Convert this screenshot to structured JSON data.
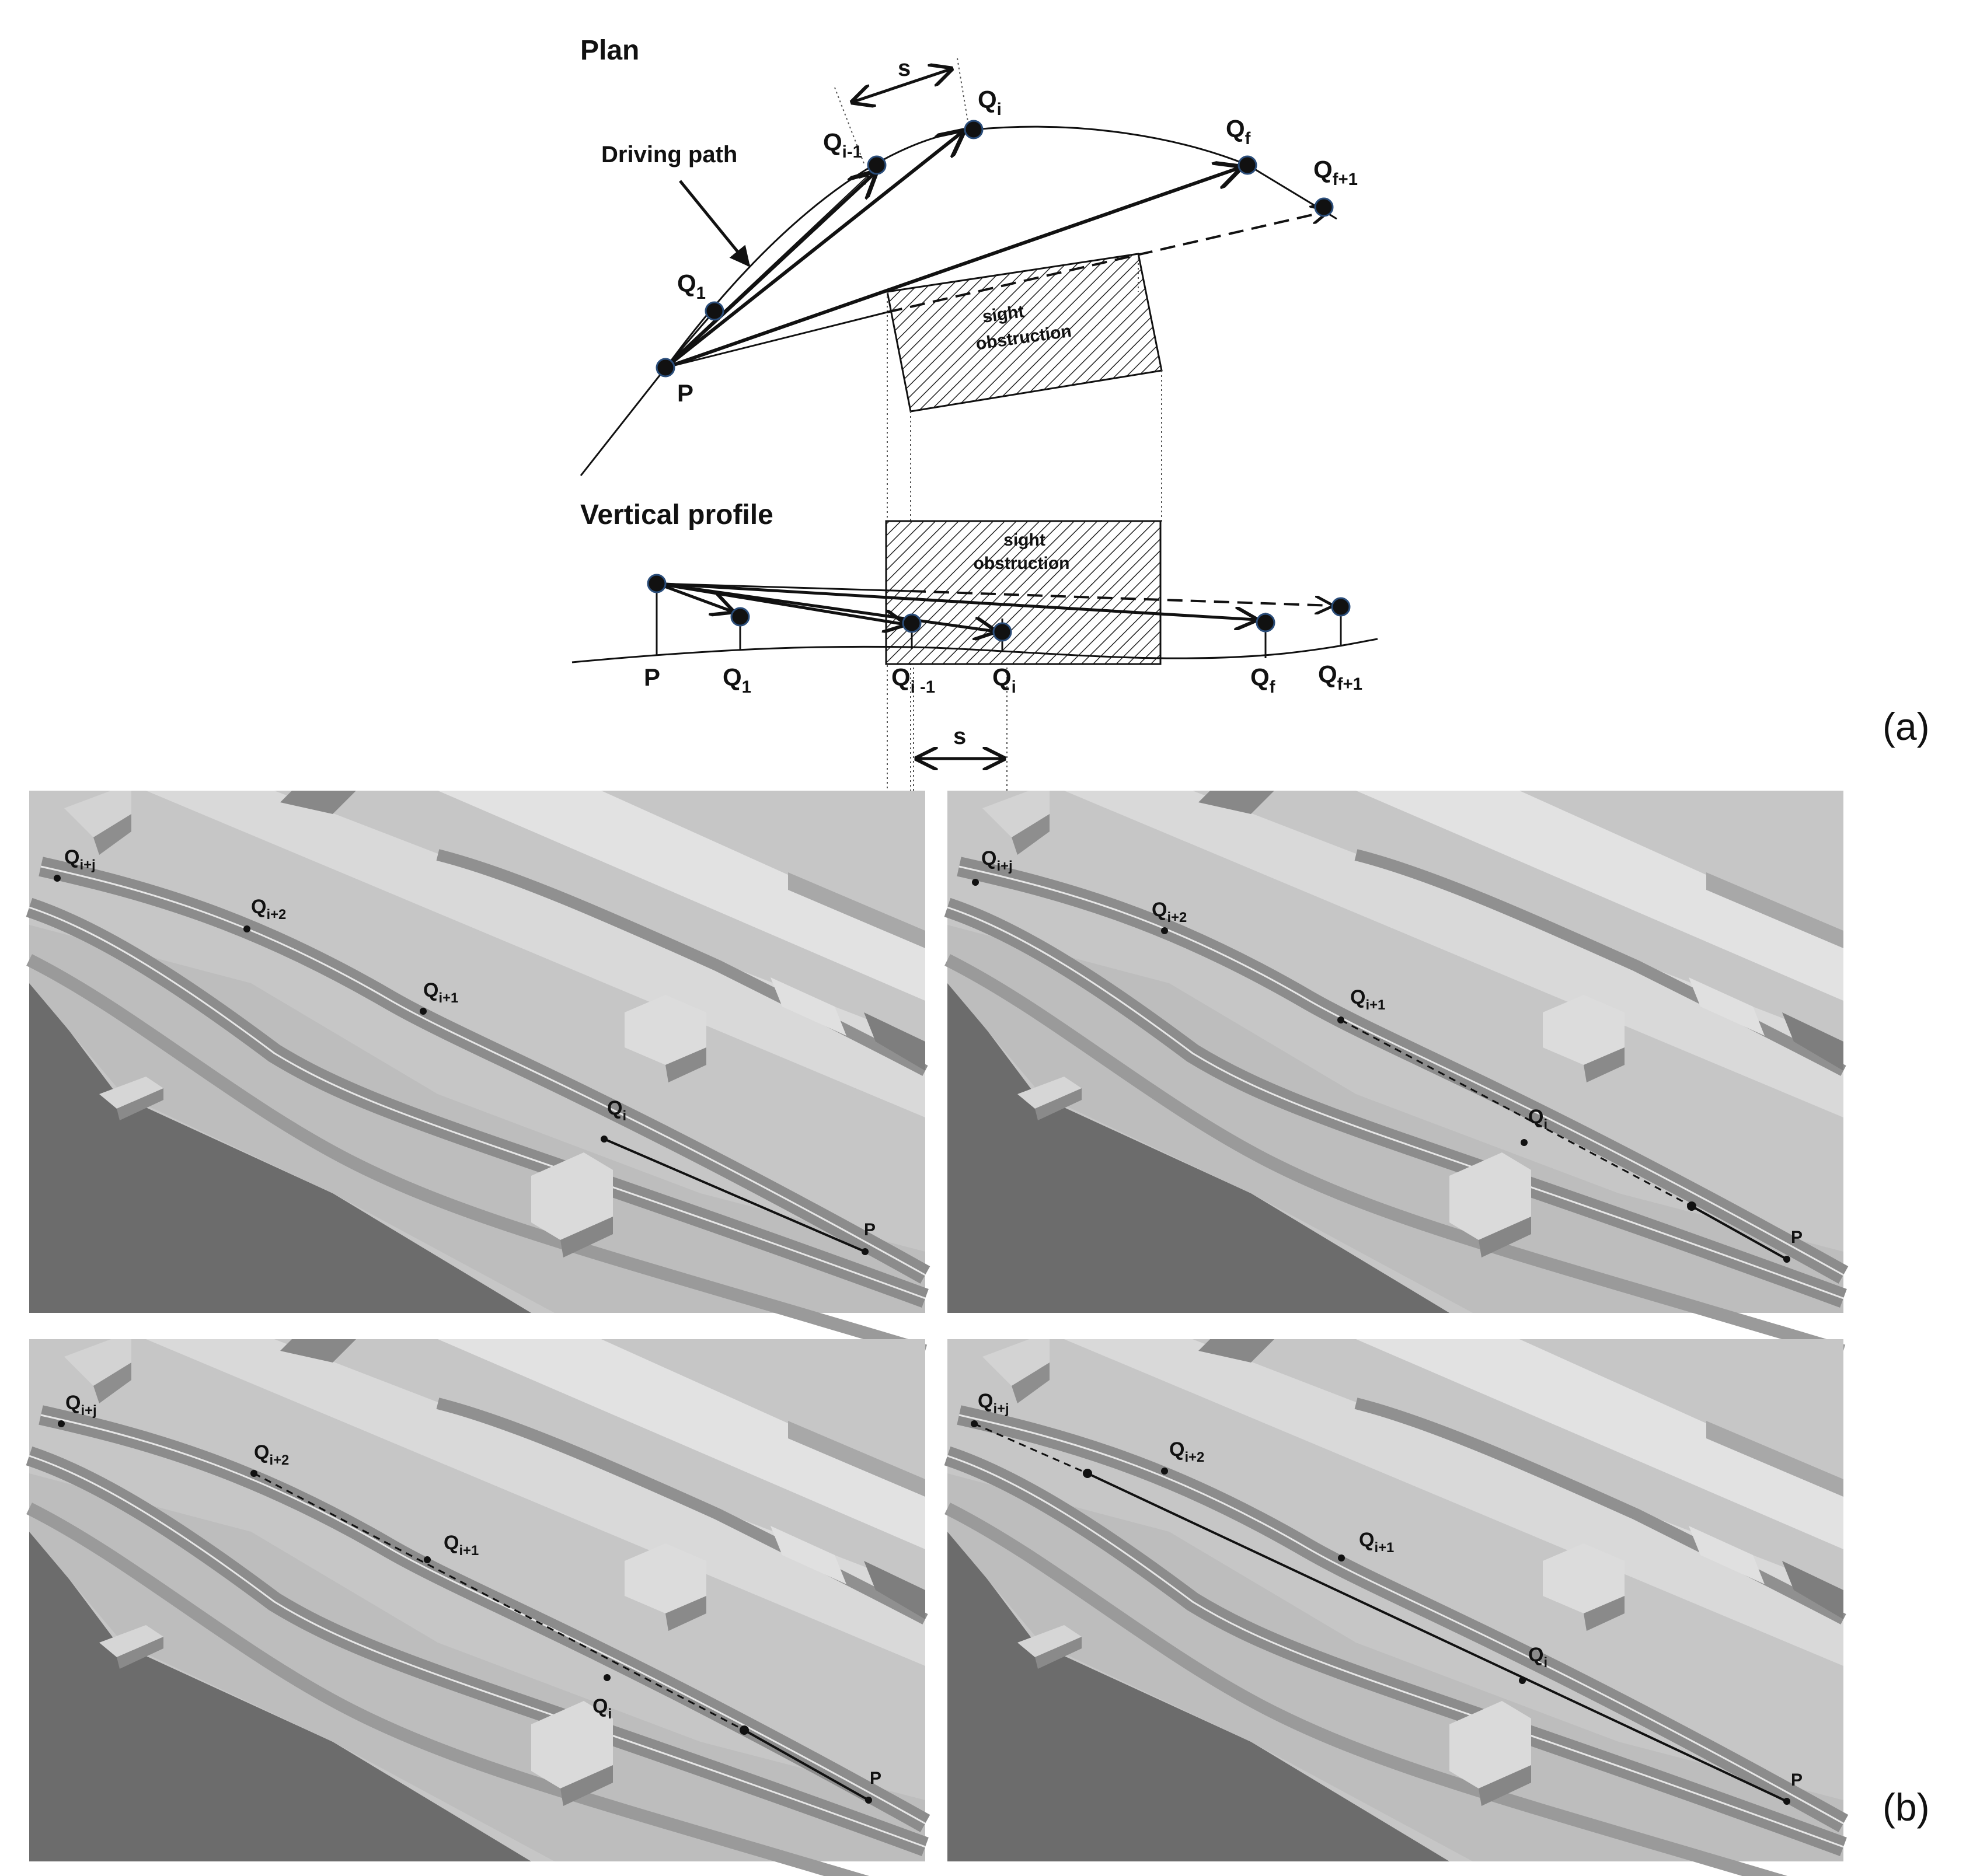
{
  "plan": {
    "title": "Plan",
    "driving_path_label": "Driving path",
    "spacing_label": "s",
    "obstruction_line1": "sight",
    "obstruction_line2": "obstruction",
    "points": [
      {
        "base": "P",
        "sub": ""
      },
      {
        "base": "Q",
        "sub": "1"
      },
      {
        "base": "Q",
        "sub": "i-1"
      },
      {
        "base": "Q",
        "sub": "i"
      },
      {
        "base": "Q",
        "sub": "f"
      },
      {
        "base": "Q",
        "sub": "f+1"
      }
    ]
  },
  "profile": {
    "title": "Vertical profile",
    "obstruction_line1": "sight",
    "obstruction_line2": "obstruction",
    "spacing_label": "s",
    "points": [
      {
        "base": "P",
        "sub": ""
      },
      {
        "base": "Q",
        "sub": "1"
      },
      {
        "base": "Q",
        "sub": "i -1"
      },
      {
        "base": "Q",
        "sub": "i"
      },
      {
        "base": "Q",
        "sub": "f"
      },
      {
        "base": "Q",
        "sub": "f+1"
      }
    ]
  },
  "panel_a_label": "(a)",
  "panel_b_label": "(b)",
  "render_points": {
    "p_label": "P",
    "q_base": "Q",
    "sub_i": "i",
    "sub_i1": "i+1",
    "sub_i2": "i+2",
    "sub_ij": "i+j"
  },
  "colors": {
    "ink": "#111111",
    "ground": "#6e6e6e",
    "surface": "#c4c4c4",
    "road": "#858585",
    "building_light": "#d9d9d9",
    "building_dark": "#8a8a8a"
  }
}
